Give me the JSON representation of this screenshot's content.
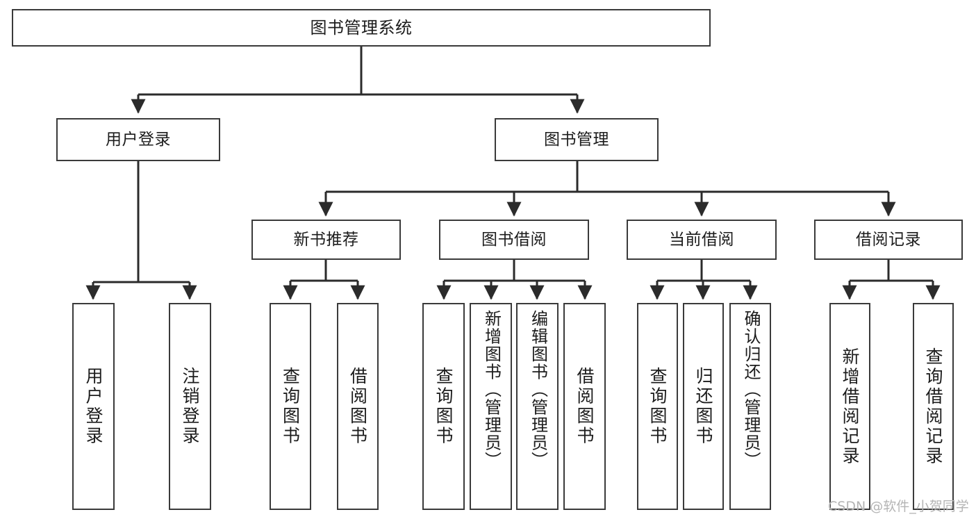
{
  "diagram": {
    "type": "hierarchy-tree",
    "title": "图书管理系统",
    "colors": {
      "box_border": "#3a3a3a",
      "box_fill": "#ffffff",
      "edge": "#2b2b2b",
      "text": "#1c1c1c",
      "watermark": "#b4b4b4"
    },
    "nodes": {
      "root": {
        "label": "图书管理系统"
      },
      "level2": [
        {
          "id": "user-login",
          "label": "用户登录"
        },
        {
          "id": "book-management",
          "label": "图书管理"
        }
      ],
      "level3": [
        {
          "id": "new-book-recommend",
          "label": "新书推荐"
        },
        {
          "id": "book-borrow",
          "label": "图书借阅"
        },
        {
          "id": "current-borrow",
          "label": "当前借阅"
        },
        {
          "id": "borrow-record",
          "label": "借阅记录"
        }
      ],
      "leaves": {
        "user_login": [
          {
            "id": "leaf-user-login",
            "label": "用户登录"
          },
          {
            "id": "leaf-logout-login",
            "label": "注销登录"
          }
        ],
        "new_book_recommend": [
          {
            "id": "leaf-query-book-1",
            "label": "查询图书"
          },
          {
            "id": "leaf-borrow-book-1",
            "label": "借阅图书"
          }
        ],
        "book_borrow": [
          {
            "id": "leaf-query-book-2",
            "label": "查询图书"
          },
          {
            "id": "leaf-add-book",
            "label": "新增图书（管理员）"
          },
          {
            "id": "leaf-edit-book",
            "label": "编辑图书（管理员）"
          },
          {
            "id": "leaf-borrow-book-2",
            "label": "借阅图书"
          }
        ],
        "current_borrow": [
          {
            "id": "leaf-query-book-3",
            "label": "查询图书"
          },
          {
            "id": "leaf-return-book",
            "label": "归还图书"
          },
          {
            "id": "leaf-confirm-return",
            "label": "确认归还（管理员）"
          }
        ],
        "borrow_record": [
          {
            "id": "leaf-add-borrow-record",
            "label": "新增借阅记录"
          },
          {
            "id": "leaf-query-borrow-record",
            "label": "查询借阅记录"
          }
        ]
      }
    }
  },
  "watermark": {
    "text": "CSDN @软件_小贺同学"
  }
}
